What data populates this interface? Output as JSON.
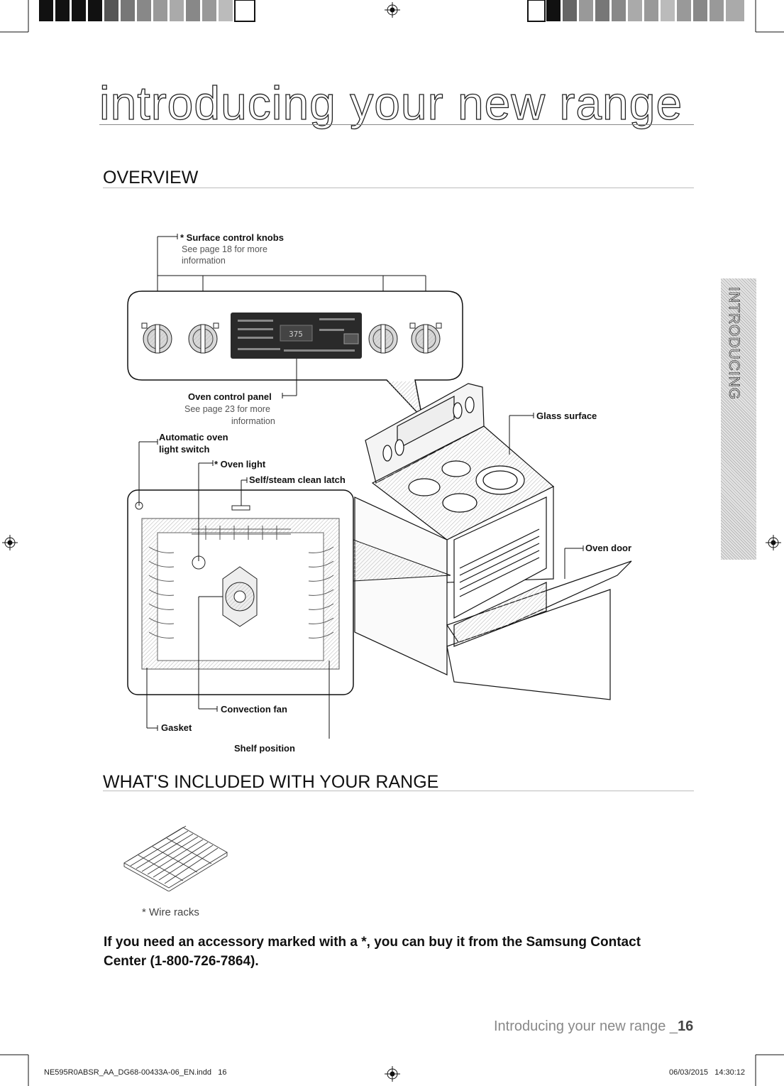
{
  "header": {
    "title": "introducing your new range",
    "side_tab": "INTRODUCING"
  },
  "overview": {
    "heading": "OVERVIEW",
    "callouts": {
      "surface_knobs": "* Surface control knobs",
      "surface_knobs_ref_1": "See page 18 for more",
      "surface_knobs_ref_2": "information",
      "control_panel": "Oven control panel",
      "control_panel_ref_1": "See page 23 for more",
      "control_panel_ref_2": "information",
      "auto_light_1": "Automatic oven",
      "auto_light_2": "light switch",
      "oven_light": "* Oven light",
      "latch": "Self/steam clean latch",
      "glass_surface": "Glass surface",
      "oven_door": "Oven door",
      "convection_fan": "Convection fan",
      "gasket": "Gasket",
      "shelf_position": "Shelf position"
    },
    "panel_display": "375"
  },
  "included": {
    "heading": "WHAT'S INCLUDED WITH YOUR RANGE",
    "items": [
      "* Wire racks"
    ],
    "note": "If you need an accessory marked with a *, you can buy it from the Samsung Contact Center (1-800-726-7864)."
  },
  "page_footer": {
    "running_title": "Introducing your new range _",
    "page_number": "16",
    "file_name": "NE595R0ABSR_AA_DG68-00433A-06_EN.indd   16",
    "timestamp": "06/03/2015   14:30:12"
  }
}
